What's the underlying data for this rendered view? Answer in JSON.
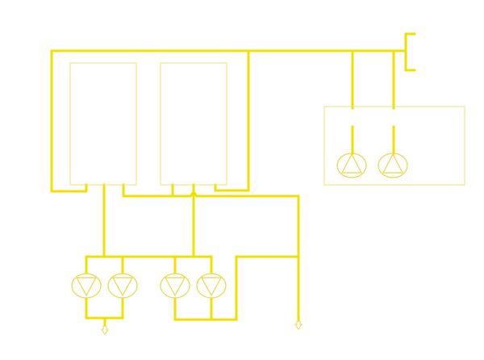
{
  "diagram": {
    "kind": "piping-schematic",
    "colors": {
      "background": "#ffffff",
      "pipe": "#f0e000",
      "equipment_outline": "#ece07a",
      "pump": "#e8d84a"
    },
    "components": {
      "tanks": [
        {
          "id": "tank-1",
          "icon": "tank-rectangle"
        },
        {
          "id": "tank-2",
          "icon": "tank-rectangle"
        }
      ],
      "cabinet": {
        "id": "cabinet",
        "icon": "enclosure-rectangle"
      },
      "pumps": [
        {
          "id": "pump-1",
          "icon": "pump-down-triangle"
        },
        {
          "id": "pump-2",
          "icon": "pump-down-triangle"
        },
        {
          "id": "pump-3",
          "icon": "pump-down-triangle"
        },
        {
          "id": "pump-4",
          "icon": "pump-down-triangle"
        },
        {
          "id": "pump-5",
          "icon": "pump-up-triangle"
        },
        {
          "id": "pump-6",
          "icon": "pump-up-triangle"
        }
      ],
      "outlets": [
        {
          "id": "outlet-left",
          "icon": "arrow-down-icon"
        },
        {
          "id": "outlet-right",
          "icon": "arrow-down-icon"
        }
      ],
      "inlet_bracket": {
        "id": "inlet-bracket",
        "icon": "bracket-icon"
      }
    }
  }
}
